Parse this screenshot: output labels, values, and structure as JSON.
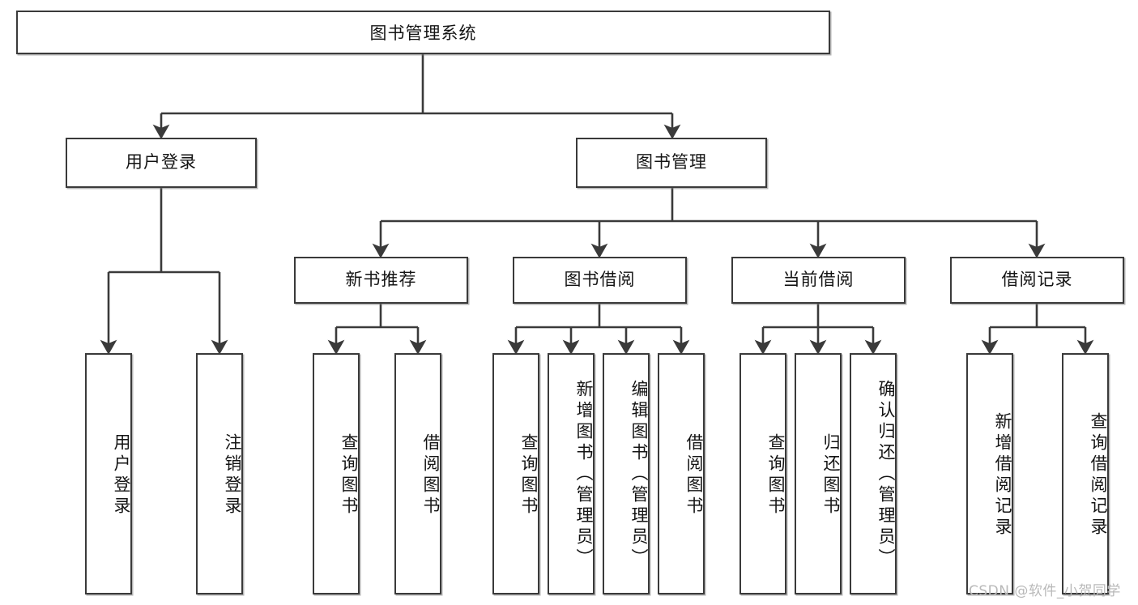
{
  "diagram": {
    "title": "图书管理系统",
    "type": "tree",
    "watermark": "CSDN @软件_小贺同学",
    "colors": {
      "stroke": "#3a3a3a",
      "fill": "#ffffff",
      "text": "#141414",
      "watermark": "#b9b9b9"
    },
    "levels": {
      "root": {
        "label": "图书管理系统"
      },
      "level2": [
        {
          "label": "用户登录"
        },
        {
          "label": "图书管理"
        }
      ],
      "level3": [
        {
          "label": "新书推荐"
        },
        {
          "label": "图书借阅"
        },
        {
          "label": "当前借阅"
        },
        {
          "label": "借阅记录"
        }
      ],
      "leaves": {
        "user_login": [
          {
            "label": "用户登录"
          },
          {
            "label": "注销登录"
          }
        ],
        "new_book_recommend": [
          {
            "label": "查询图书"
          },
          {
            "label": "借阅图书"
          }
        ],
        "book_borrow": [
          {
            "label": "查询图书"
          },
          {
            "label": "新增图书（管理员）"
          },
          {
            "label": "编辑图书（管理员）"
          },
          {
            "label": "借阅图书"
          }
        ],
        "current_borrow": [
          {
            "label": "查询图书"
          },
          {
            "label": "归还图书"
          },
          {
            "label": "确认归还（管理员）"
          }
        ],
        "borrow_record": [
          {
            "label": "新增借阅记录"
          },
          {
            "label": "查询借阅记录"
          }
        ]
      }
    }
  }
}
